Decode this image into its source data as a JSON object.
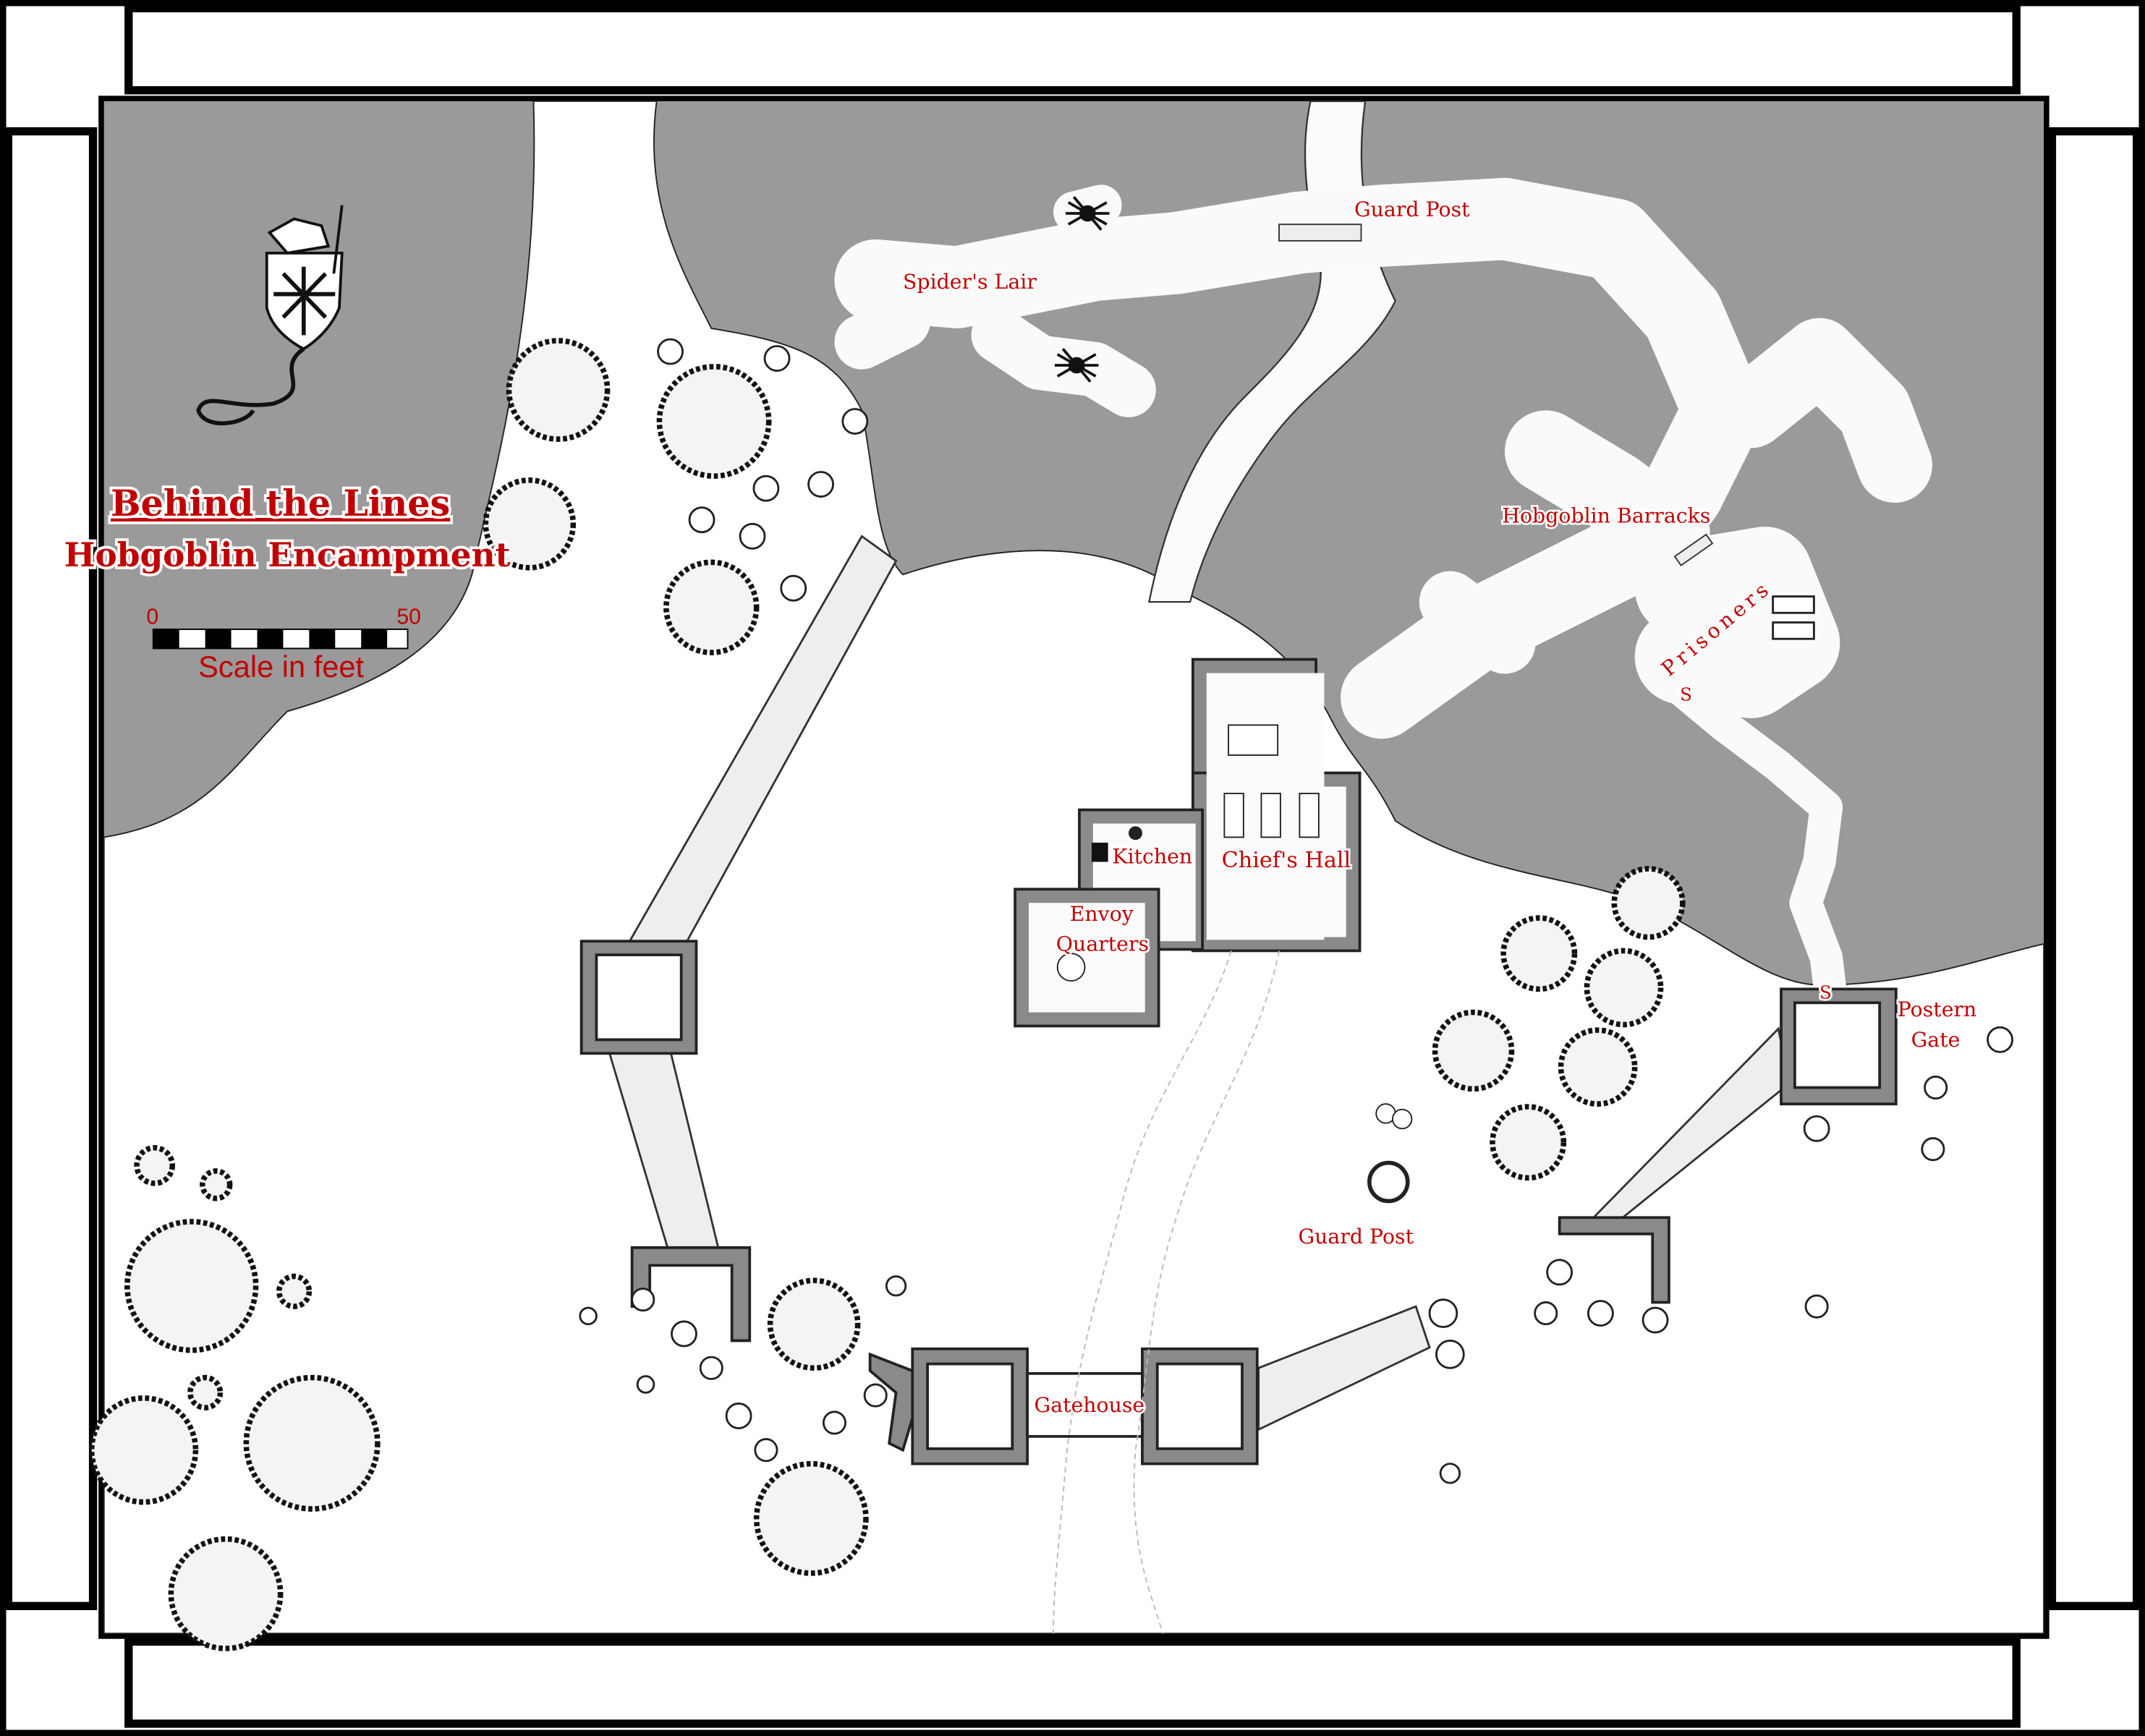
{
  "map": {
    "title": "Behind the Lines",
    "subtitle": "Hobgoblin Encampment",
    "scale": {
      "start": "0",
      "end": "50",
      "caption": "Scale in feet"
    },
    "labels": {
      "spiders_lair": "Spider's Lair",
      "guard_post_north": "Guard Post",
      "hobgoblin_barracks": "Hobgoblin Barracks",
      "prisoners": "Prisoners",
      "secret_door_a": "S",
      "secret_door_b": "S",
      "kitchen": "Kitchen",
      "chiefs_hall": "Chief's Hall",
      "envoy_quarters_1": "Envoy",
      "envoy_quarters_2": "Quarters",
      "postern_gate_1": "Postern",
      "postern_gate_2": "Gate",
      "guard_post_south": "Guard Post",
      "gatehouse": "Gatehouse"
    },
    "colors": {
      "label": "#c00000",
      "rock": "#9a9a9a",
      "ground": "#ffffff",
      "frame": "#000000"
    }
  }
}
